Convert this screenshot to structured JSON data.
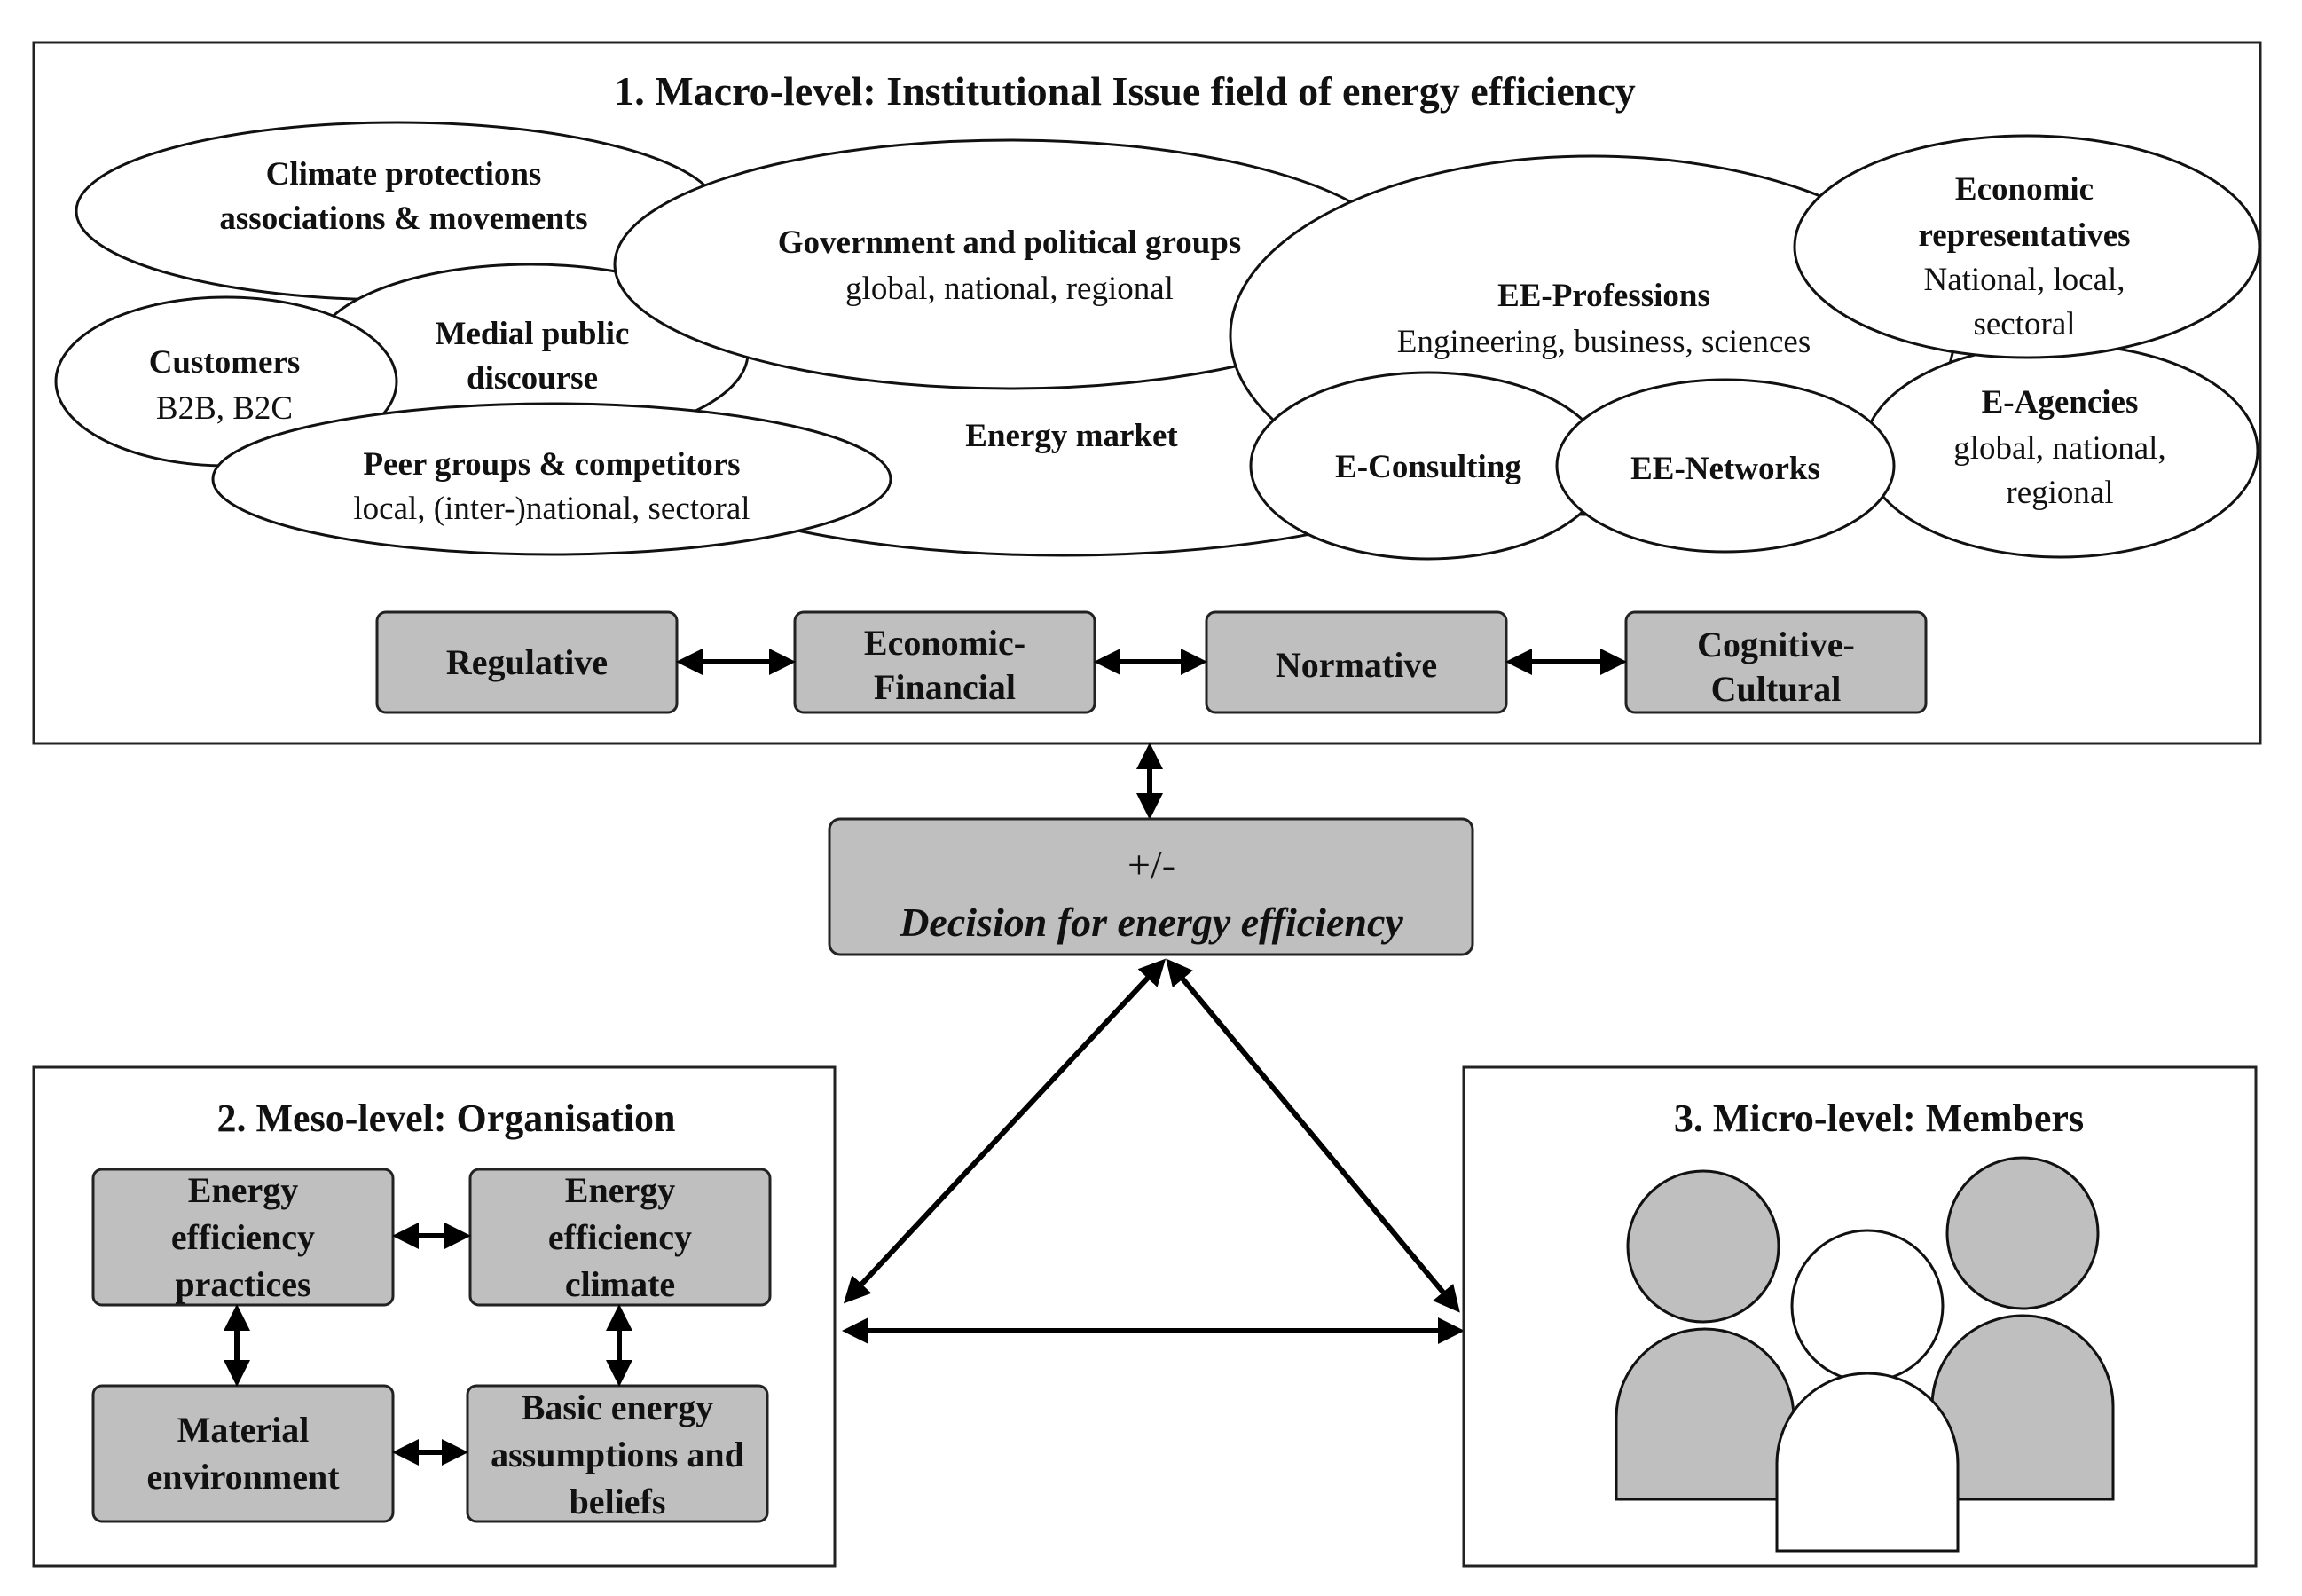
{
  "macro": {
    "title": "1. Macro-level: Institutional Issue field of energy efficiency",
    "actors": {
      "climate": [
        "Climate protections",
        "associations & movements"
      ],
      "government": {
        "name": "Government and political groups",
        "detail": "global, national, regional"
      },
      "medial": [
        "Medial public",
        "discourse"
      ],
      "customers": {
        "name": "Customers",
        "detail": "B2B, B2C"
      },
      "energy_market": "Energy market",
      "peer": {
        "name": "Peer groups  & competitors",
        "detail": "local, (inter-)national, sectoral"
      },
      "ee_professions": {
        "name": "EE-Professions",
        "detail": "Engineering, business, sciences"
      },
      "economic_reps": {
        "name": [
          "Economic",
          "representatives"
        ],
        "detail": [
          "National, local,",
          "sectoral"
        ]
      },
      "e_consulting": "E-Consulting",
      "ee_networks": "EE-Networks",
      "e_agencies": {
        "name": "E-Agencies",
        "detail": [
          "global, national,",
          "regional"
        ]
      }
    },
    "pillars": [
      [
        "Regulative"
      ],
      [
        "Economic-",
        "Financial"
      ],
      [
        "Normative"
      ],
      [
        "Cognitive-",
        "Cultural"
      ]
    ]
  },
  "decision": {
    "sign": "+/-",
    "label": "Decision for energy efficiency"
  },
  "meso": {
    "title": "2. Meso-level: Organisation",
    "boxes": {
      "practices": [
        "Energy",
        "efficiency",
        "practices"
      ],
      "climate": [
        "Energy",
        "efficiency",
        "climate"
      ],
      "material": [
        "Material",
        "environment"
      ],
      "assumptions": [
        "Basic energy",
        "assumptions and",
        "beliefs"
      ]
    }
  },
  "micro": {
    "title": "3. Micro-level: Members"
  },
  "colors": {
    "box_fill": "#bfbfbf",
    "stroke": "#111111",
    "background": "#ffffff"
  }
}
